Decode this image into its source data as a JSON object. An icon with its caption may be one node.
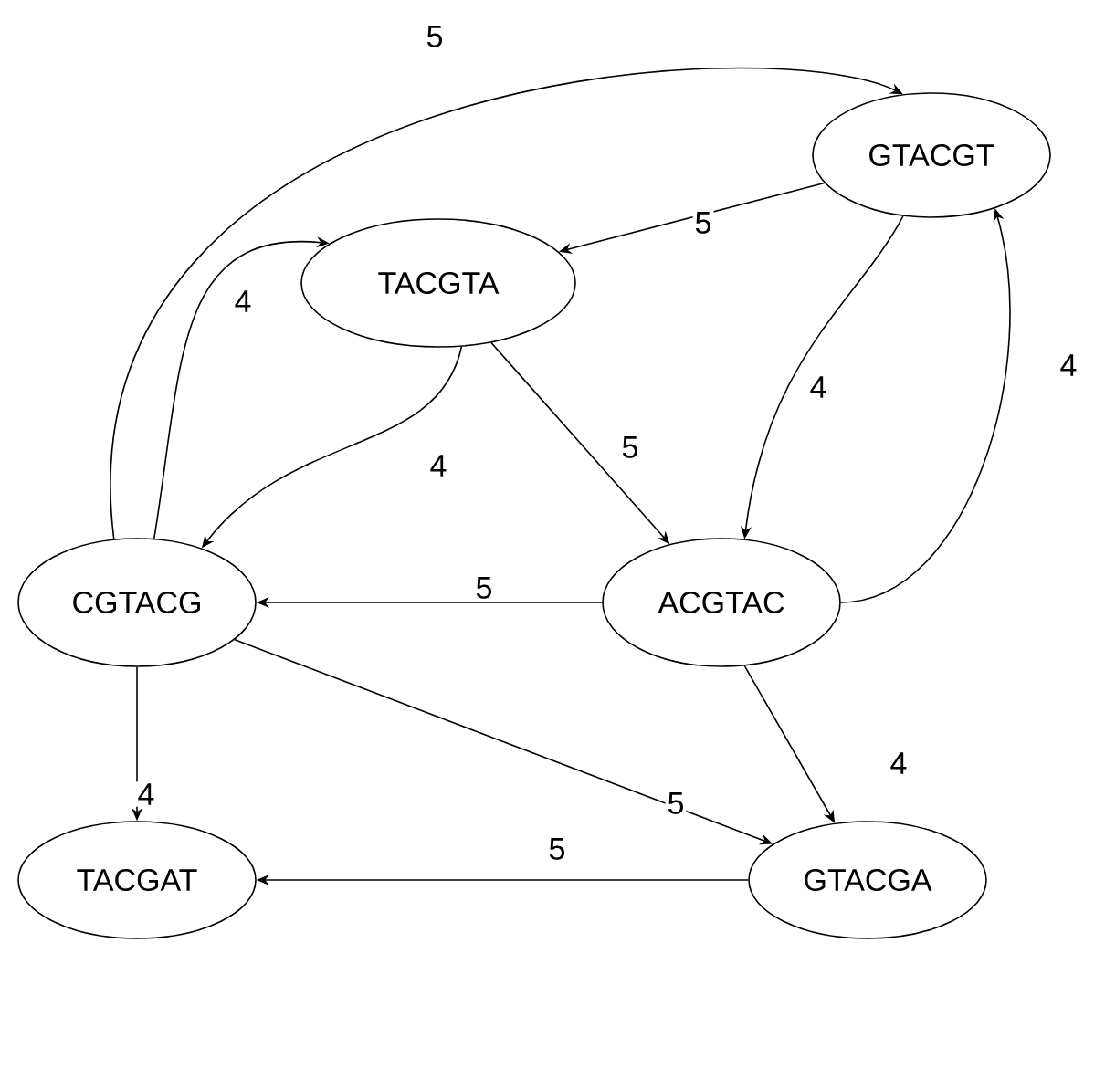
{
  "diagram": {
    "nodes": [
      {
        "text": [
          "GTACGT"
        ]
      },
      {
        "text": [
          "TACGTA"
        ]
      },
      {
        "text": [
          "CGTACG"
        ]
      },
      {
        "text": [
          "ACGTAC"
        ]
      },
      {
        "text": [
          "TACGAT"
        ]
      },
      {
        "text": [
          "GTACGA"
        ]
      }
    ],
    "edges": [
      {
        "from": 2,
        "to": 0,
        "arrow": "to",
        "label": "5"
      },
      {
        "from": 0,
        "to": 1,
        "arrow": "to",
        "label": "5"
      },
      {
        "from": 2,
        "to": 1,
        "arrow": "to",
        "label": "4"
      },
      {
        "from": 1,
        "to": 2,
        "arrow": "to",
        "label": "4"
      },
      {
        "from": 1,
        "to": 3,
        "arrow": "to",
        "label": "5"
      },
      {
        "from": 0,
        "to": 3,
        "arrow": "to",
        "label": "4"
      },
      {
        "from": 3,
        "to": 0,
        "arrow": "to",
        "label": "4"
      },
      {
        "from": 3,
        "to": 2,
        "arrow": "to",
        "label": "5"
      },
      {
        "from": 2,
        "to": 4,
        "arrow": "to",
        "label": "4"
      },
      {
        "from": 2,
        "to": 5,
        "arrow": "to",
        "label": "5"
      },
      {
        "from": 3,
        "to": 5,
        "arrow": "to",
        "label": "4"
      },
      {
        "from": 5,
        "to": 4,
        "arrow": "to",
        "label": "5"
      }
    ]
  }
}
